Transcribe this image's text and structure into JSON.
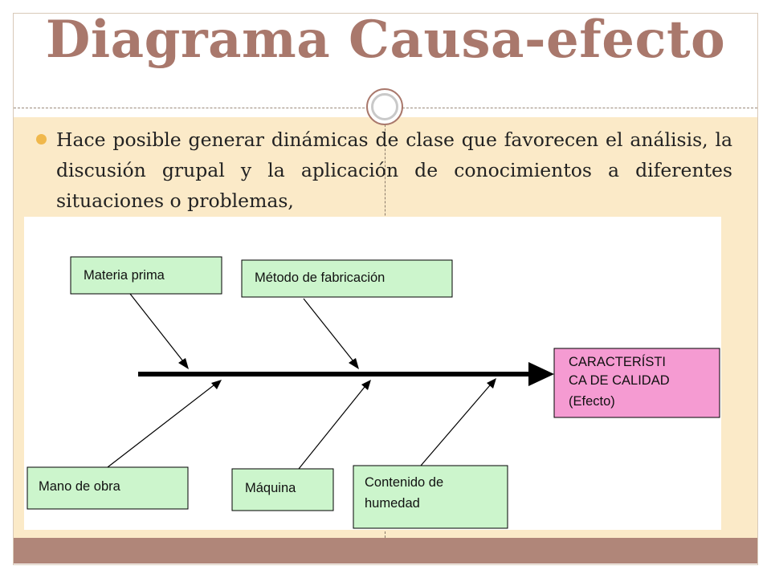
{
  "slide": {
    "title": "Diagrama Causa-efecto",
    "bullet": "Hace posible generar dinámicas de clase que favorecen el análisis, la discusión grupal y la aplicación de conocimientos a diferentes situaciones o problemas,"
  },
  "diagram": {
    "causes_top": [
      "Materia prima",
      "Método de fabricación"
    ],
    "causes_bottom": [
      "Mano de obra",
      "Máquina"
    ],
    "cause_bottom_multiline": [
      "Contenido de",
      "humedad"
    ],
    "effect_lines": [
      "CARACTERÍSTI",
      "CA DE CALIDAD",
      "(Efecto)"
    ],
    "colors": {
      "cause_box": "#ccf5cc",
      "effect_box": "#f59bd2",
      "spine": "#000000",
      "title": "#a9786c"
    }
  }
}
